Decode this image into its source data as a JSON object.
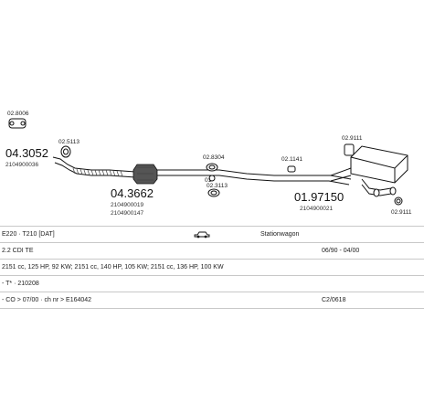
{
  "parts": {
    "p1": {
      "number": "04.3052",
      "sub": "2104900036"
    },
    "p2": {
      "number": "04.3662",
      "sub1": "2104900019",
      "sub2": "2104900147"
    },
    "p3": {
      "number": "01.97150",
      "sub": "2104900021"
    }
  },
  "clamps": {
    "c1": "02.8006",
    "c2": "02.5113",
    "c3": "02.8304",
    "c4": "01",
    "c5": "02.3113",
    "c6": "02.1141",
    "c7": "02.9111",
    "c8": "02.9111"
  },
  "info": {
    "model": "E220 · T210 [DAT]",
    "car_icon": "car-icon",
    "body": "Stationwagon",
    "engine": "2.2 CDI TE",
    "years": "06/90 - 04/00",
    "specs": "2151 cc, 125 HP, 92 KW; 2151 cc, 140 HP, 105 KW; 2151 cc, 136 HP, 100 KW",
    "type": "- T* · 210208",
    "chassis": "- CO > 07/00 · ch nr > E164042",
    "code": "C2/0618"
  }
}
